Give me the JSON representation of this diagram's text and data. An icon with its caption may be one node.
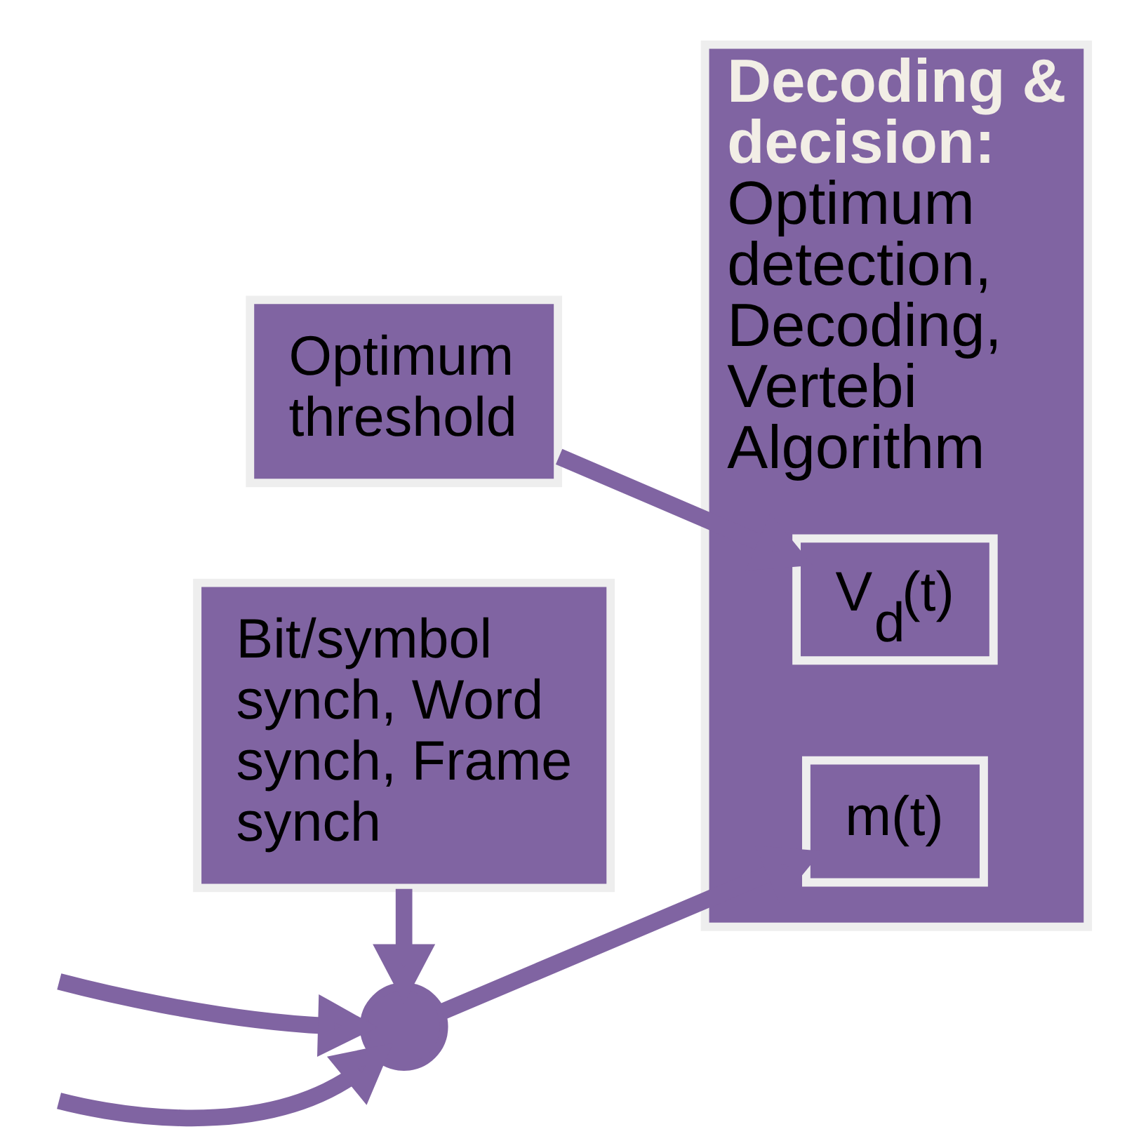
{
  "diagram": {
    "nodes": [
      {
        "text": [
          "Decoding & decision:",
          "Optimum detection, Decoding, Vertebi Algorithm"
        ]
      },
      {
        "text": [
          "m(t)"
        ],
        "in": 0
      },
      {
        "text": [
          "V$_{d}$(t)"
        ],
        "in": 0
      },
      {
        "text": [
          "Bit/symbol synch, Word synch, Frame synch"
        ]
      },
      {
        "text": [
          "Optimum threshold"
        ]
      },
      {
        "text": [],
        "shape": "point"
      }
    ],
    "edges": [
      {
        "from": null,
        "to": 5,
        "arrow": "to"
      },
      {
        "from": null,
        "to": 5,
        "arrow": "to"
      },
      {
        "from": 5,
        "to": 1,
        "arrow": "to"
      },
      {
        "from": 3,
        "to": 5,
        "arrow": "to"
      },
      {
        "from": 4,
        "to": 2,
        "arrow": "to"
      }
    ]
  }
}
